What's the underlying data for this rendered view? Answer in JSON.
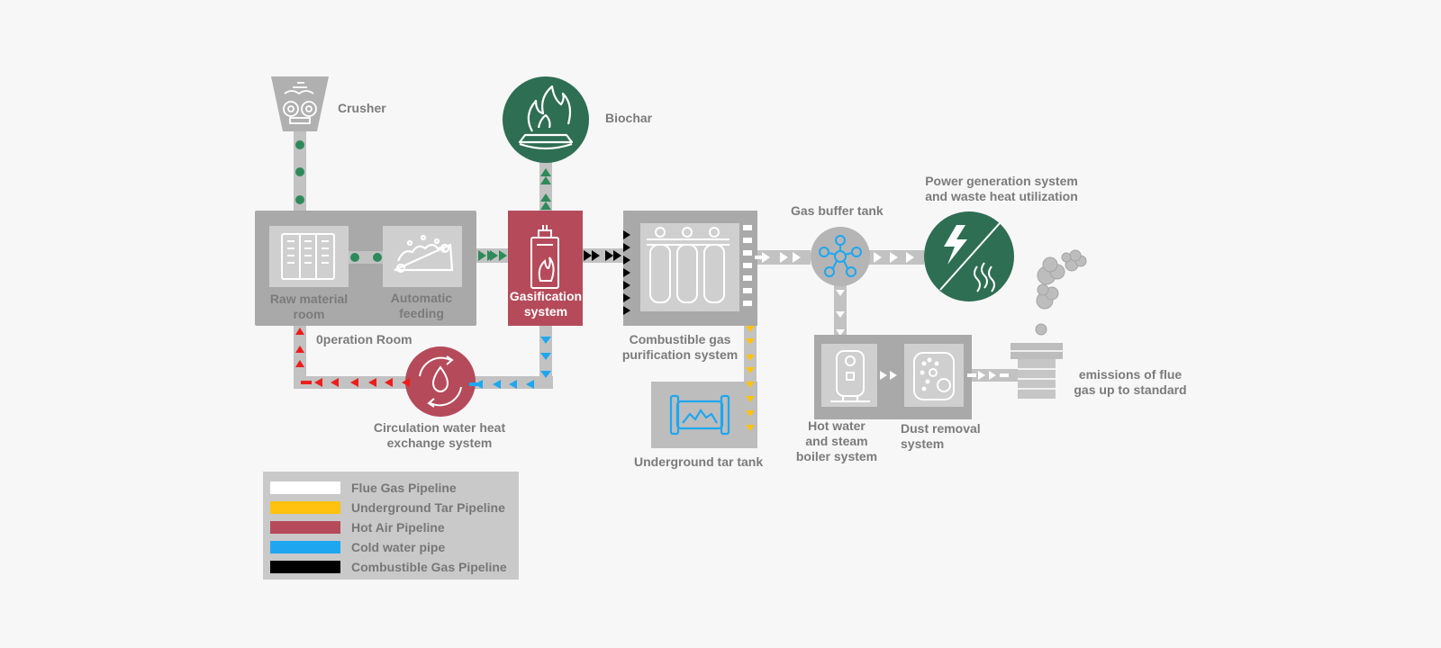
{
  "nodes": {
    "crusher": "Crusher",
    "biochar": "Biochar",
    "raw_material_room_1": "Raw material",
    "raw_material_room_2": "room",
    "automatic_feeding_1": "Automatic",
    "automatic_feeding_2": "feeding",
    "gasification_1": "Gasification",
    "gasification_2": "system",
    "operation_room": "0peration Room",
    "circulation_1": "Circulation water heat",
    "circulation_2": "exchange system",
    "purification_1": "Combustible gas",
    "purification_2": "purification system",
    "tar_tank": "Underground tar tank",
    "gas_buffer_tank": "Gas buffer tank",
    "power_1": "Power generation system",
    "power_2": "and waste heat utilization",
    "boiler_1": "Hot water",
    "boiler_2": "and steam",
    "boiler_3": "boiler system",
    "dust_1": "Dust removal",
    "dust_2": "system",
    "emissions_1": "emissions of flue",
    "emissions_2": "gas up to standard"
  },
  "legend": [
    {
      "label": "Flue Gas Pipeline",
      "color": "#ffffff"
    },
    {
      "label": "Underground Tar Pipeline",
      "color": "#ffc20e"
    },
    {
      "label": "Hot Air Pipeline",
      "color": "#b54b5a"
    },
    {
      "label": "Cold water pipe",
      "color": "#1ea7f0"
    },
    {
      "label": "Combustible Gas Pipeline",
      "color": "#000000"
    }
  ],
  "colors": {
    "green_dots": "#2f8a5a",
    "dark_green": "#2e6e53",
    "gasifier_red": "#b54b5a",
    "hot_air": "#ee1c1c",
    "cold_water": "#1ea7f0",
    "tar": "#ffc20e",
    "flue_gas": "#ffffff",
    "combustible_gas": "#000000",
    "panel_gray": "#a9a9a9",
    "pipe_gray": "#c2c2c2"
  }
}
